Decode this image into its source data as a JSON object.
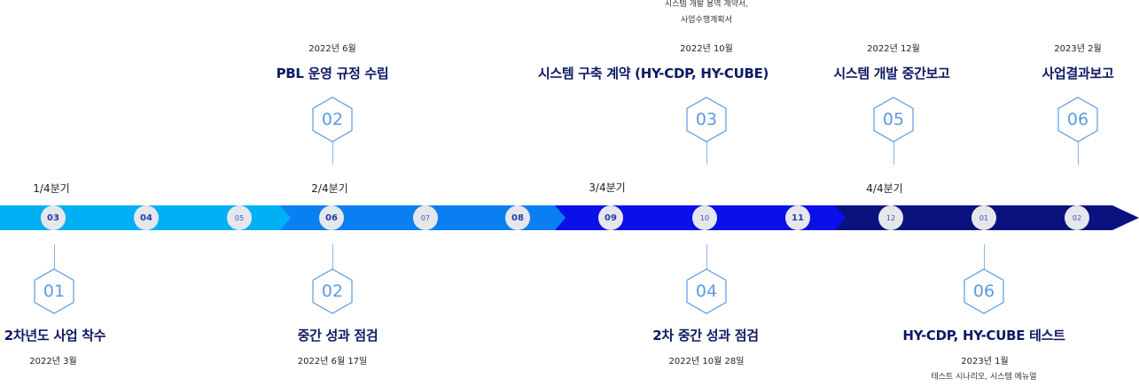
{
  "quarters": [
    "1/4분기",
    "2/4분기",
    "3/4분기",
    "4/4분기"
  ],
  "months": [
    "03",
    "04",
    "05",
    "06",
    "07",
    "08",
    "09",
    "10",
    "11",
    "12",
    "01",
    "02"
  ],
  "top_milestones": [
    {
      "num": "02",
      "date": "2022년 6월",
      "title": "PBL 운영 규정 수립",
      "notes": []
    },
    {
      "num": "03",
      "date": "2022년 10월",
      "title": "시스템 구축 계약 (HY-CDP, HY-CUBE)",
      "notes": [
        "시스템 개발 용역 계약서,",
        "사업수행계획서"
      ]
    },
    {
      "num": "05",
      "date": "2022년 12월",
      "title": "시스템 개발 중간보고",
      "notes": []
    },
    {
      "num": "06",
      "date": "2023년 2월",
      "title": "사업결과보고",
      "notes": []
    }
  ],
  "bottom_milestones": [
    {
      "num": "01",
      "title": "2차년도 사업 착수",
      "date": "2022년 3월",
      "note": ""
    },
    {
      "num": "02",
      "title": "중간 성과 점검",
      "date": "2022년 6월 17일",
      "note": ""
    },
    {
      "num": "04",
      "title": "2차 중간 성과 점검",
      "date": "2022년 10월 28일",
      "note": ""
    },
    {
      "num": "06",
      "title": "HY-CDP, HY-CUBE 테스트",
      "date": "2023년 1월",
      "note": "테스트 시나리오, 시스템 메뉴얼"
    }
  ],
  "colors": {
    "band_q1": "#00b0f5",
    "band_q2": "#0a7ff2",
    "band_q3": "#0a10e8",
    "band_q4": "#0a1280",
    "title": "#0d1a63",
    "hex_stroke": "#5b9be0"
  }
}
